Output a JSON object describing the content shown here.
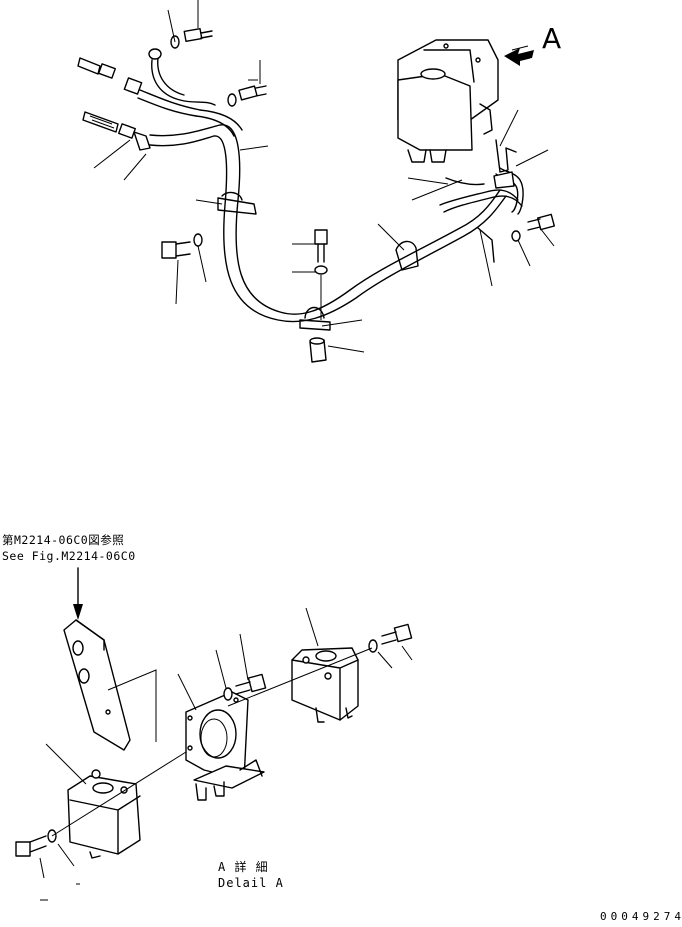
{
  "detail_marker": "A",
  "reference_note": {
    "line_jp": "第M2214-06C0図参照",
    "line_en": "See Fig.M2214-06C0"
  },
  "detail_caption": {
    "line_jp": "A 詳 細",
    "line_en": "Delail A"
  },
  "drawing_number": "00049274"
}
